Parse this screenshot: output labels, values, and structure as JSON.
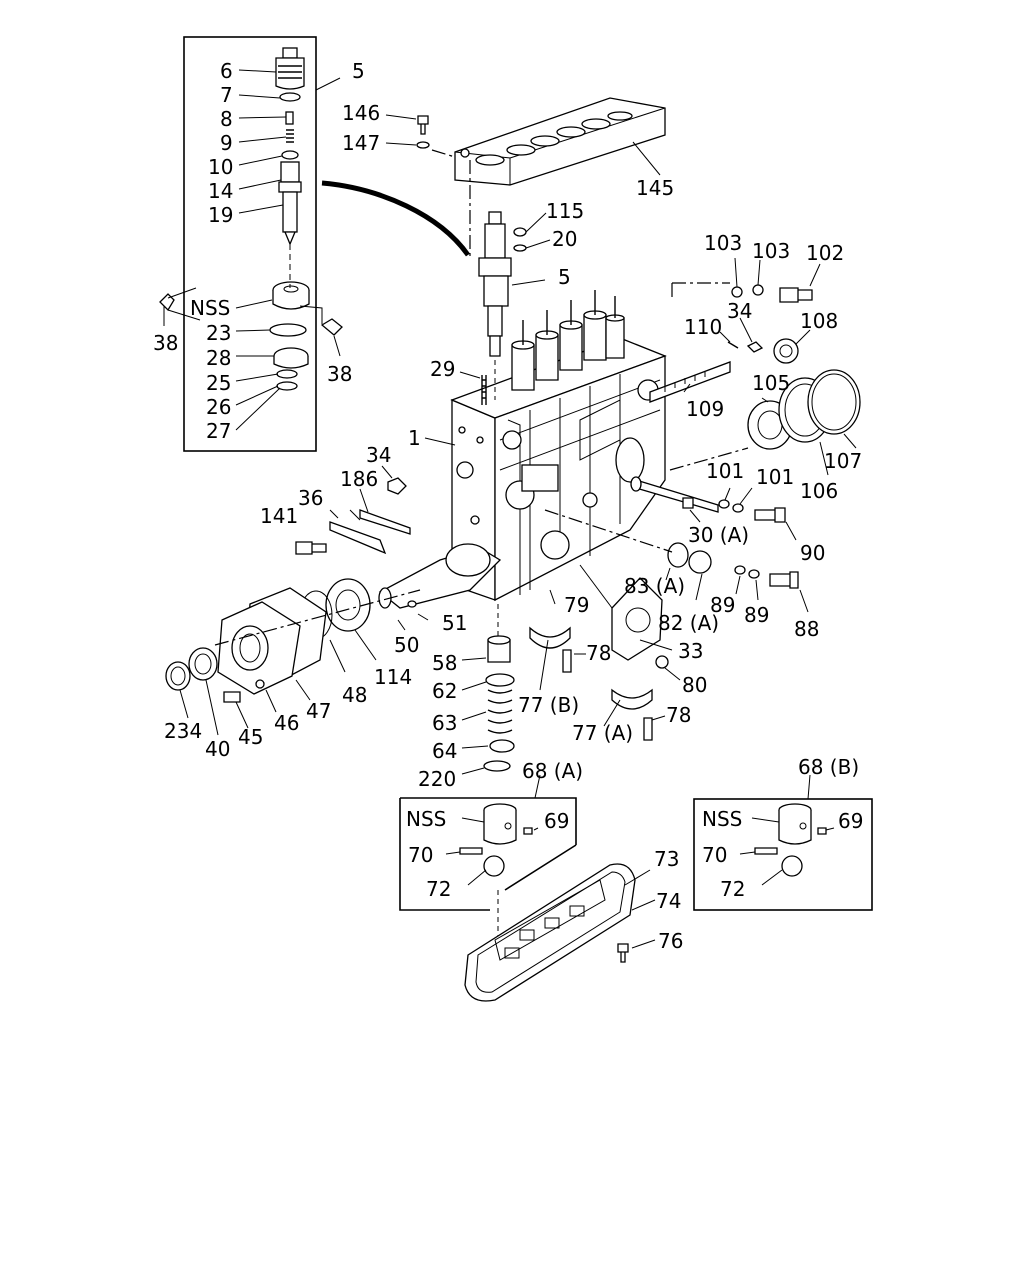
{
  "labels": {
    "l6": "6",
    "l5a": "5",
    "l7": "7",
    "l8": "8",
    "l9": "9",
    "l10": "10",
    "l14": "14",
    "l19": "19",
    "lnss1": "NSS",
    "l23": "23",
    "l28": "28",
    "l25": "25",
    "l26": "26",
    "l27": "27",
    "l38a": "38",
    "l38b": "38",
    "l146": "146",
    "l147": "147",
    "l145": "145",
    "l115": "115",
    "l20": "20",
    "l5b": "5",
    "l29": "29",
    "l1": "1",
    "l103a": "103",
    "l103b": "103",
    "l102": "102",
    "l34a": "34",
    "l108": "108",
    "l110": "110",
    "l109": "109",
    "l105": "105",
    "l107": "107",
    "l106": "106",
    "l101a": "101",
    "l101b": "101",
    "l30": "30 (A)",
    "l90": "90",
    "l34b": "34",
    "l186": "186",
    "l36": "36",
    "l141": "141",
    "l83": "83 (A)",
    "l89a": "89",
    "l89b": "89",
    "l88": "88",
    "l82": "82 (A)",
    "l79": "79",
    "l33": "33",
    "l51": "51",
    "l50": "50",
    "l114": "114",
    "l48": "48",
    "l47": "47",
    "l46": "46",
    "l45": "45",
    "l40": "40",
    "l234": "234",
    "l58": "58",
    "l62": "62",
    "l78a": "78",
    "l80": "80",
    "l77b": "77 (B)",
    "l63": "63",
    "l78b": "78",
    "l77a": "77 (A)",
    "l64": "64",
    "l220": "220",
    "l68a": "68 (A)",
    "l68b": "68 (B)",
    "lnss2": "NSS",
    "l69a": "69",
    "l70a": "70",
    "l72a": "72",
    "lnss3": "NSS",
    "l69b": "69",
    "l70b": "70",
    "l72b": "72",
    "l73": "73",
    "l74": "74",
    "l76": "76"
  }
}
